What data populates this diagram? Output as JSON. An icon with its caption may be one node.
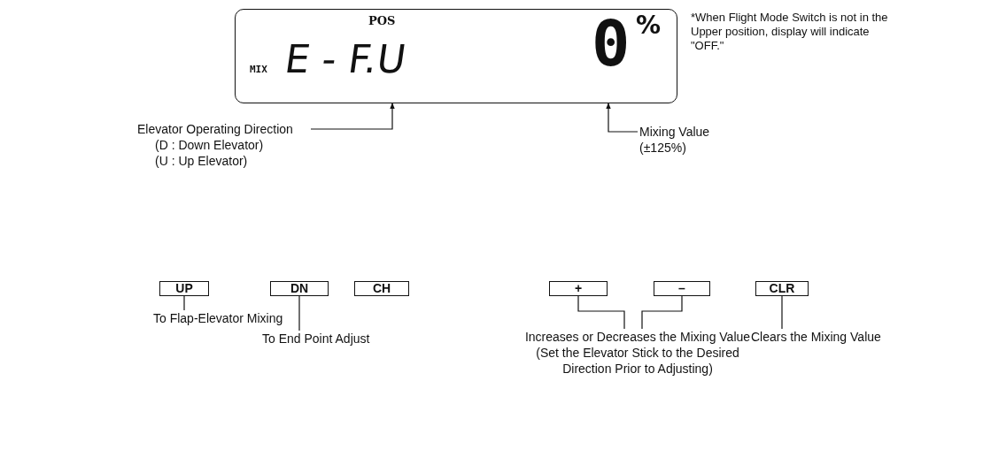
{
  "diagram": {
    "nodes": [
      {
        "text": [
          "POS",
          "MIX",
          "E - F.U",
          "0",
          "%"
        ]
      },
      {
        "text": [
          "Elevator Operating Direction",
          "(D : Down Elevator)",
          "(U : Up Elevator)"
        ]
      },
      {
        "text": [
          "Mixing Value",
          "(±125%)"
        ]
      },
      {
        "text": [
          "UP"
        ]
      },
      {
        "text": [
          "DN"
        ]
      },
      {
        "text": [
          "CH"
        ]
      },
      {
        "text": [
          "+"
        ]
      },
      {
        "text": [
          "–"
        ]
      },
      {
        "text": [
          "CLR"
        ]
      },
      {
        "text": [
          "To Flap-Elevator Mixing"
        ]
      },
      {
        "text": [
          "To End Point Adjust"
        ]
      },
      {
        "text": [
          "Increases or Decreases the Mixing Value",
          "(Set the Elevator Stick to the Desired Direction Prior to Adjusting)"
        ]
      },
      {
        "text": [
          "Clears the Mixing Value"
        ]
      }
    ],
    "edges": [
      {
        "from": 1,
        "to": 0,
        "arrow": "to"
      },
      {
        "from": 2,
        "to": 0,
        "arrow": "to"
      },
      {
        "from": 9,
        "to": 3,
        "arrow": "none"
      },
      {
        "from": 10,
        "to": 4,
        "arrow": "none"
      },
      {
        "from": 11,
        "to": 6,
        "arrow": "none"
      },
      {
        "from": 11,
        "to": 7,
        "arrow": "none"
      },
      {
        "from": 12,
        "to": 8,
        "arrow": "none"
      }
    ],
    "labels": [
      "*When Flight Mode Switch is not in the Upper position, display will indicate \"OFF.\""
    ]
  }
}
